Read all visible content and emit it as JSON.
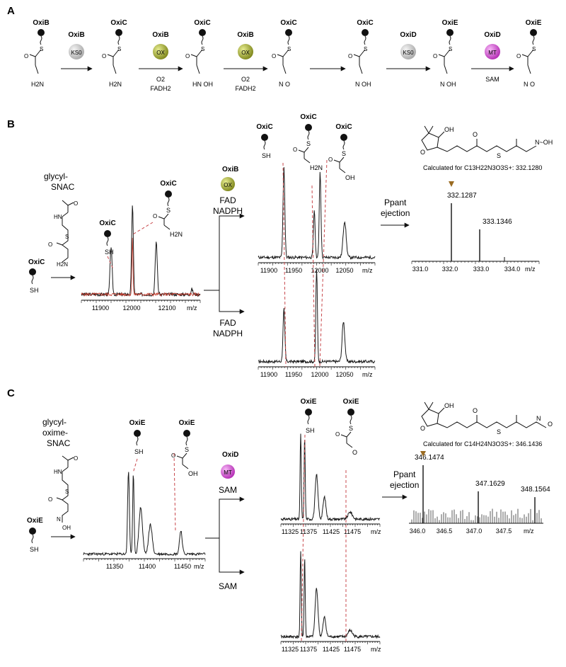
{
  "colors": {
    "ink": "#111111",
    "trace": "#1a1a1a",
    "peak_red": "#c0392b",
    "guide_red": "#c8484c",
    "ks_gray": "#c8c8c8",
    "ox_olive": "#9aa324",
    "mt_magenta": "#d63fd6",
    "arrowhead_brown": "#9a6b22"
  },
  "icons": {
    "carrier": "black-ball-on-wavy-linker",
    "ks0_badge": "gray-sphere",
    "ox_badge": "olive-sphere",
    "mt_badge": "magenta-sphere",
    "peak_marker": "brown-down-triangle"
  },
  "panelA": {
    "label": "A",
    "domains": [
      "OxiB",
      "OxiC",
      "OxiC",
      "OxiC",
      "OxiC",
      "OxiE",
      "OxiE"
    ],
    "struct_groups": [
      "H2N",
      "H2N",
      "HN OH",
      "N O",
      "N OH",
      "N OH",
      "N O"
    ],
    "steps": [
      {
        "enzyme": "OxiB",
        "badge": "KS0",
        "cofactors": []
      },
      {
        "enzyme": "OxiB",
        "badge": "OX",
        "cofactors": [
          "O2",
          "FADH2"
        ]
      },
      {
        "enzyme": "OxiB",
        "badge": "OX",
        "cofactors": [
          "O2",
          "FADH2"
        ]
      },
      {
        "enzyme": "",
        "badge": "",
        "cofactors": []
      },
      {
        "enzyme": "OxiD",
        "badge": "KS0",
        "cofactors": []
      },
      {
        "enzyme": "OxiD",
        "badge": "MT",
        "cofactors": [
          "SAM"
        ]
      }
    ]
  },
  "panelB": {
    "label": "B",
    "substrate_lines": [
      "glycyl-",
      "SNAC"
    ],
    "start_domain": "OxiC",
    "start_group": "SH",
    "ms1": {
      "ann": [
        {
          "domain": "OxiC",
          "group": "SH"
        },
        {
          "domain": "OxiC",
          "group": "H2N"
        }
      ],
      "ticks": [
        "11900",
        "12000",
        "12100"
      ],
      "unit": "m/z"
    },
    "enzyme": "OxiB",
    "badge": "OX",
    "cond_top": [
      "FAD",
      "NADPH"
    ],
    "cond_bottom": [
      "FAD",
      "NADPH"
    ],
    "ms2": {
      "ann": [
        {
          "domain": "OxiC",
          "group": "SH"
        },
        {
          "domain": "OxiC",
          "group": "H2N"
        },
        {
          "domain": "OxiC",
          "group": "OH"
        }
      ],
      "ticks": [
        "11900",
        "11950",
        "12000",
        "12050"
      ],
      "unit": "m/z"
    },
    "ms3": {
      "ticks": [
        "11900",
        "11950",
        "12000",
        "12050"
      ],
      "unit": "m/z"
    },
    "ejection_lines": [
      "Ppant",
      "ejection"
    ],
    "calc_text": "Calculated for C13H22N3O3S+: 332.1280",
    "hr": {
      "peaks": [
        "332.1287",
        "333.1346"
      ],
      "ticks": [
        "331.0",
        "332.0",
        "333.0",
        "334.0"
      ],
      "unit": "m/z"
    }
  },
  "panelC": {
    "label": "C",
    "substrate_lines": [
      "glycyl-",
      "oxime-",
      "SNAC"
    ],
    "start_domain": "OxiE",
    "start_group": "SH",
    "ms1": {
      "ann": [
        {
          "domain": "OxiE",
          "group": "SH"
        },
        {
          "domain": "OxiE",
          "group": "OH"
        }
      ],
      "ticks": [
        "11350",
        "11400",
        "11450"
      ],
      "unit": "m/z"
    },
    "enzyme": "OxiD",
    "badge": "MT",
    "cond_top": [
      "SAM"
    ],
    "cond_bottom": [
      "SAM"
    ],
    "ms2": {
      "ann": [
        {
          "domain": "OxiE",
          "group": "SH"
        },
        {
          "domain": "OxiE",
          "group": "O"
        }
      ],
      "ticks": [
        "11325",
        "11375",
        "11425",
        "11475"
      ],
      "unit": "m/z"
    },
    "ms3": {
      "ticks": [
        "11325",
        "11375",
        "11425",
        "11475"
      ],
      "unit": "m/z"
    },
    "ejection_lines": [
      "Ppant",
      "ejection"
    ],
    "calc_text": "Calculated for C14H24N3O3S+: 346.1436",
    "hr": {
      "peaks": [
        "346.1474",
        "347.1629",
        "348.1564"
      ],
      "ticks": [
        "346.0",
        "346.5",
        "347.0",
        "347.5"
      ],
      "unit": "m/z"
    }
  },
  "chart_data": [
    {
      "type": "line",
      "title": "",
      "xlabel": "m/z",
      "ylabel": "",
      "x": [
        11900,
        11935,
        11990,
        12045,
        12100
      ],
      "y": [
        0.05,
        0.45,
        0.85,
        0.5,
        0.05
      ]
    },
    {
      "type": "line",
      "title": "",
      "xlabel": "m/z",
      "ylabel": "",
      "x": [
        11900,
        11930,
        11985,
        12005,
        12060
      ],
      "y": [
        0.1,
        0.95,
        0.55,
        0.9,
        0.4
      ]
    },
    {
      "type": "line",
      "title": "",
      "xlabel": "m/z",
      "ylabel": "",
      "x": [
        11900,
        11930,
        11990,
        12055
      ],
      "y": [
        0.05,
        0.55,
        1.0,
        0.4
      ]
    },
    {
      "type": "bar",
      "title": "",
      "xlabel": "m/z",
      "ylabel": "",
      "categories": [
        "332.1287",
        "333.1346"
      ],
      "values": [
        1.0,
        0.55
      ]
    },
    {
      "type": "line",
      "title": "",
      "xlabel": "m/z",
      "ylabel": "",
      "x": [
        11350,
        11385,
        11405,
        11440,
        11460
      ],
      "y": [
        0.1,
        1.0,
        0.55,
        0.2,
        0.3
      ]
    },
    {
      "type": "line",
      "title": "",
      "xlabel": "m/z",
      "ylabel": "",
      "x": [
        11325,
        11385,
        11390,
        11415,
        11480
      ],
      "y": [
        0.1,
        1.0,
        0.95,
        0.5,
        0.05
      ]
    },
    {
      "type": "line",
      "title": "",
      "xlabel": "m/z",
      "ylabel": "",
      "x": [
        11325,
        11385,
        11390,
        11415,
        11480
      ],
      "y": [
        0.1,
        1.0,
        0.9,
        0.55,
        0.05
      ]
    },
    {
      "type": "bar",
      "title": "",
      "xlabel": "m/z",
      "ylabel": "",
      "categories": [
        "346.1474",
        "347.1629",
        "348.1564"
      ],
      "values": [
        1.0,
        0.55,
        0.45
      ]
    }
  ]
}
